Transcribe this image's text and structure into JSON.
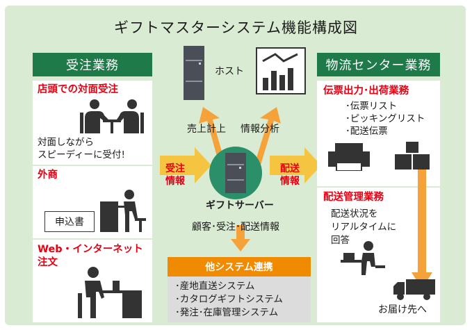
{
  "title": "ギフトマスターシステム機能構成図",
  "left_panel": {
    "header": "受注業務",
    "sections": [
      {
        "title": "店頭での対面受注",
        "text_lines": [
          "対面しながら",
          "スピーディーに受付!"
        ]
      },
      {
        "title": "外商",
        "box_label": "申込書"
      },
      {
        "title_lines": [
          "Web・インターネット",
          "注文"
        ]
      }
    ]
  },
  "center": {
    "host_label": "ホスト",
    "labels": {
      "sales": "売上計上",
      "analysis": "情報分析"
    },
    "left_arrow": [
      "受注",
      "情報"
    ],
    "right_arrow": [
      "配送",
      "情報"
    ],
    "server_label": "ギフトサーバー",
    "customer_label": "顧客･受注･配送情報",
    "integration": {
      "header": "他システム連携",
      "items": [
        "･産地直送システム",
        "･カタログギフトシステム",
        "･発注･在庫管理システム"
      ]
    }
  },
  "right_panel": {
    "header": "物流センター業務",
    "sections": [
      {
        "title": "伝票出力･出荷業務",
        "items": [
          "･伝票リスト",
          "･ピッキングリスト",
          "･配送伝票"
        ]
      },
      {
        "title": "配送管理業務",
        "text_lines": [
          "配送状況を",
          "リアルタイムに",
          "回答"
        ],
        "delivery_label": "お届け先へ"
      }
    ]
  },
  "colors": {
    "header_green": "#1f7a4a",
    "background": "#d9ebd3",
    "accent_red": "#e60012",
    "arrow_orange": "#f08a00",
    "server_teal": "#2b8f6a"
  }
}
